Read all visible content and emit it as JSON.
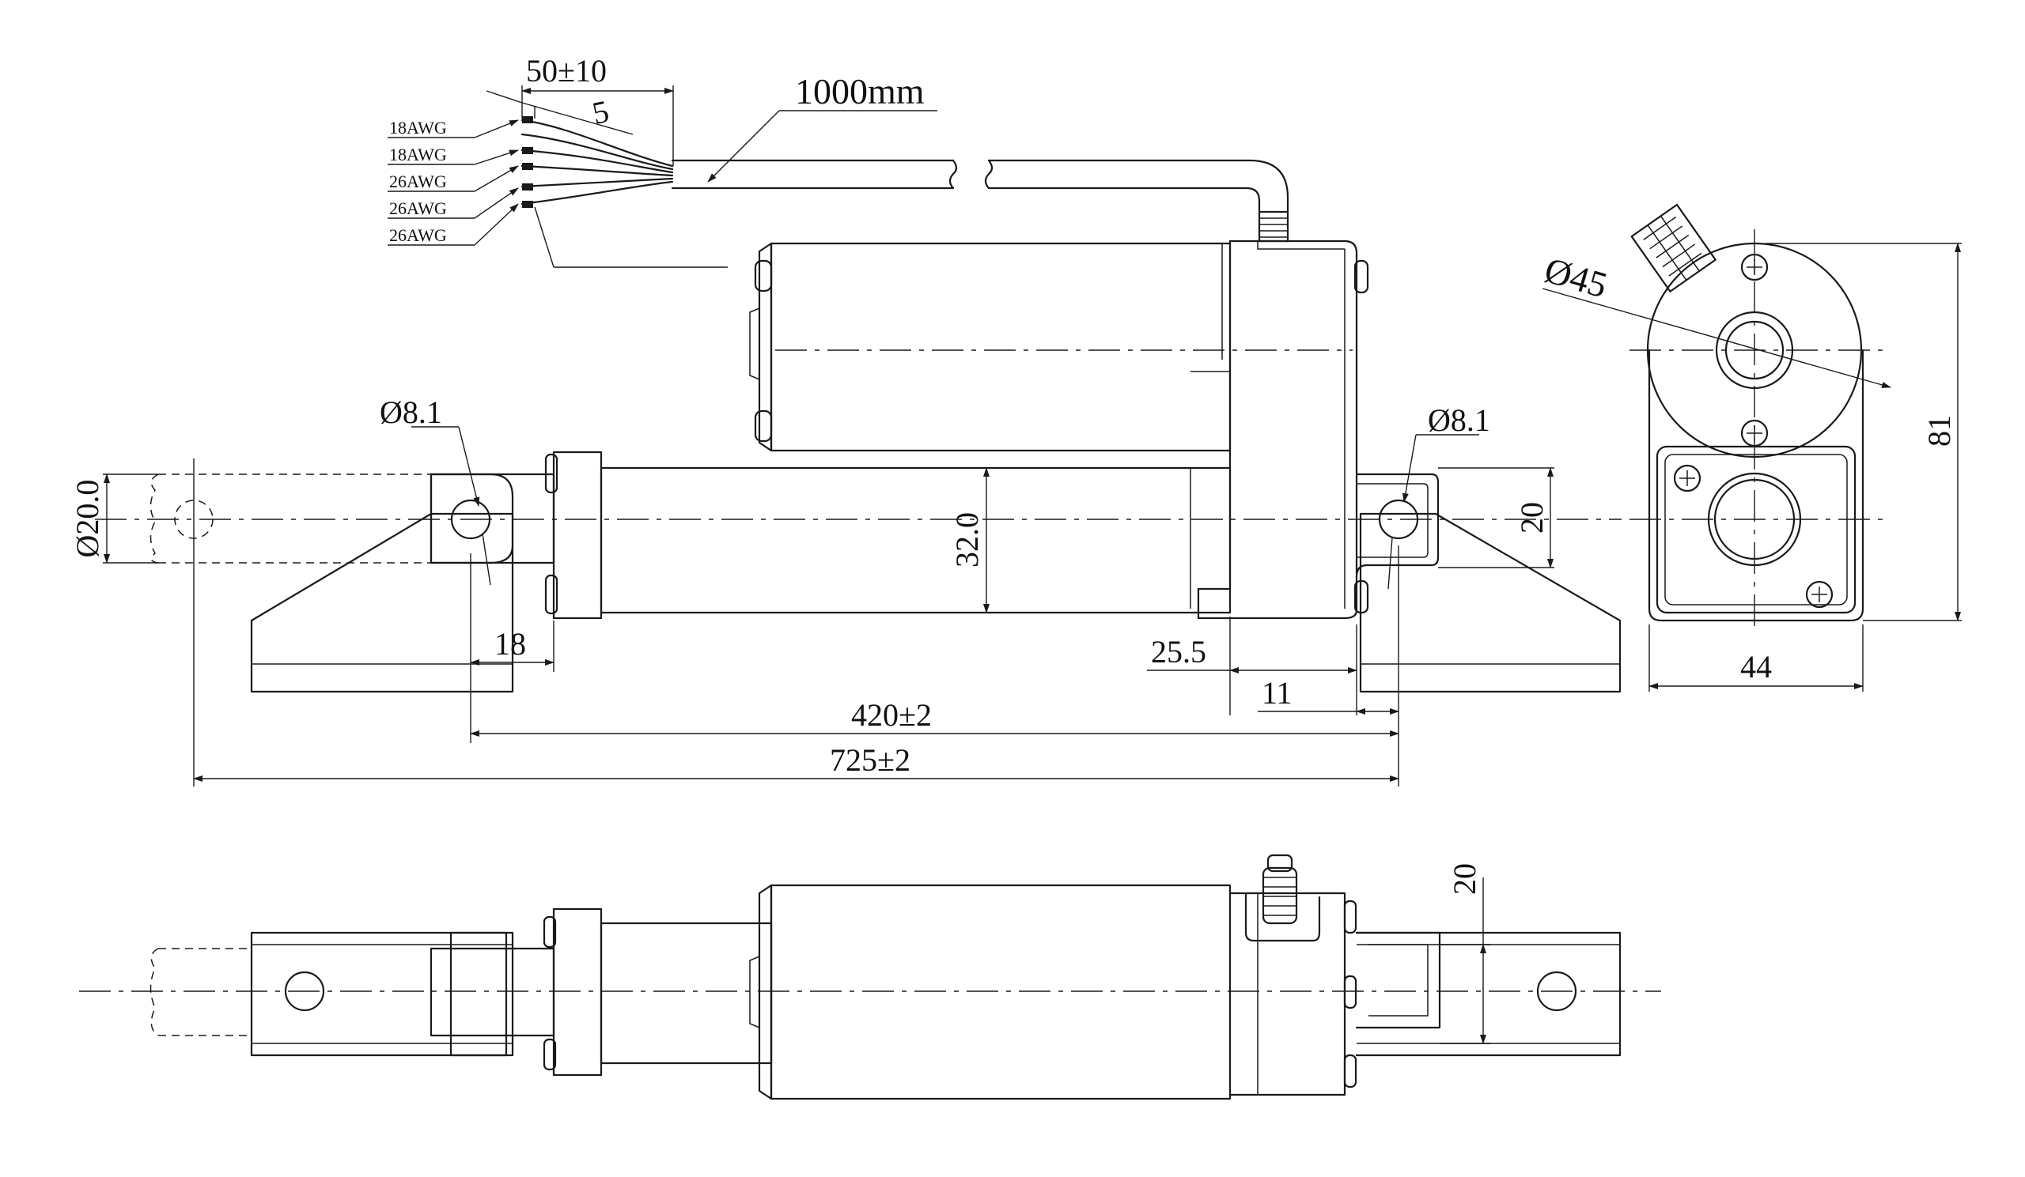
{
  "drawing": {
    "wires": {
      "labels": [
        "18AWG",
        "18AWG",
        "26AWG",
        "26AWG",
        "26AWG"
      ],
      "strip_length": "50±10",
      "tin_length": "5",
      "cable_length": "1000mm"
    },
    "front_view": {
      "rear_hole": "Ø8.1",
      "front_hole": "Ø8.1",
      "rod_diameter": "Ø20.0",
      "tube_height": "32.0",
      "clevis_height": "20",
      "d18": "18",
      "d25_5": "25.5",
      "d11": "11",
      "retracted_length": "420±2",
      "extended_length": "725±2"
    },
    "end_view": {
      "motor_diameter": "Ø45",
      "height": "81",
      "width": "44"
    },
    "top_view": {
      "slot_width": "20"
    }
  },
  "colors": {
    "line": "#1a1a1a",
    "background": "#ffffff"
  }
}
